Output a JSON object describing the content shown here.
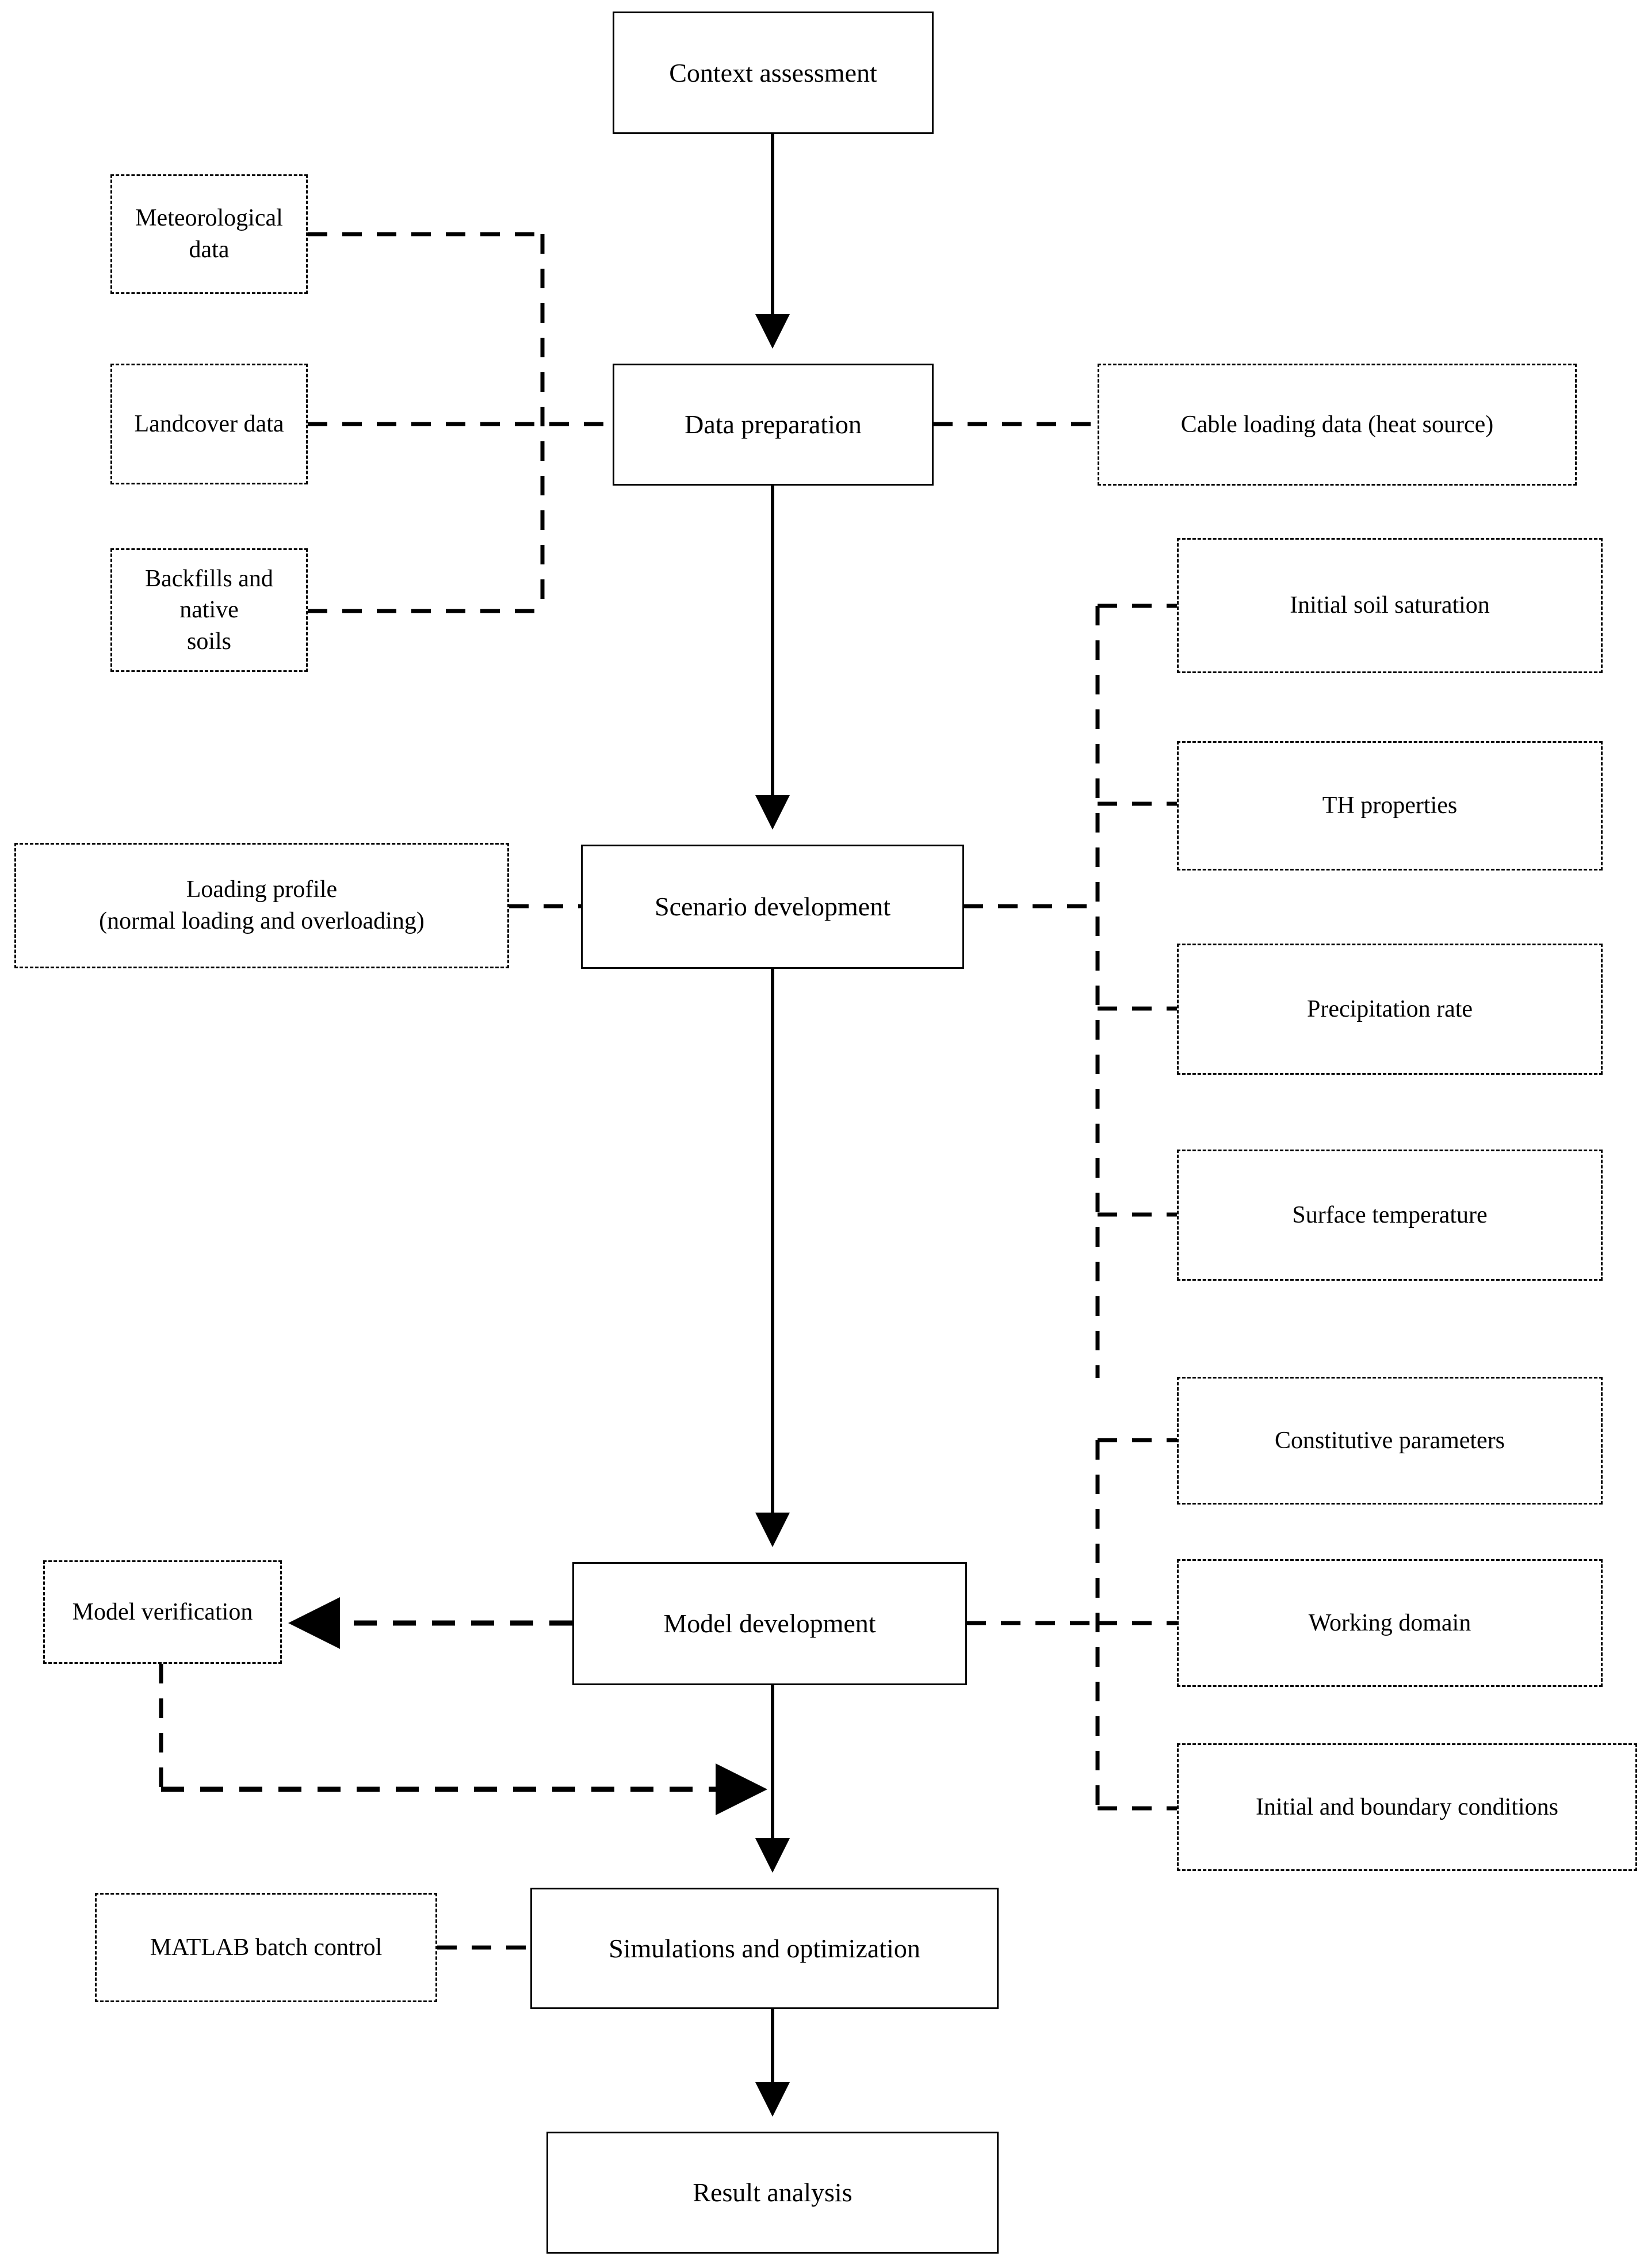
{
  "diagram": {
    "title": "Modelling workflow flowchart",
    "type": "flowchart",
    "stroke_color": "#000000",
    "background_color": "#ffffff",
    "main_boxes": [
      {
        "id": "context-assessment",
        "label": "Context assessment"
      },
      {
        "id": "data-preparation",
        "label": "Data preparation"
      },
      {
        "id": "scenario-development",
        "label": "Scenario development"
      },
      {
        "id": "model-development",
        "label": "Model development"
      },
      {
        "id": "simulations-optimization",
        "label": "Simulations and optimization"
      },
      {
        "id": "result-analysis",
        "label": "Result analysis"
      }
    ],
    "aux_boxes": [
      {
        "id": "meteorological-data",
        "label": "Meteorological data"
      },
      {
        "id": "landcover-data",
        "label": "Landcover data"
      },
      {
        "id": "backfills-native-soils",
        "label": "Backfills and native\nsoils"
      },
      {
        "id": "cable-loading-data",
        "label": "Cable loading data (heat source)"
      },
      {
        "id": "loading-profile",
        "label": "Loading profile\n(normal loading and overloading)"
      },
      {
        "id": "initial-soil-saturation",
        "label": "Initial soil saturation"
      },
      {
        "id": "th-properties",
        "label": "TH properties"
      },
      {
        "id": "precipitation-rate",
        "label": "Precipitation rate"
      },
      {
        "id": "surface-temperature",
        "label": "Surface temperature"
      },
      {
        "id": "constitutive-parameters",
        "label": "Constitutive parameters"
      },
      {
        "id": "working-domain",
        "label": "Working domain"
      },
      {
        "id": "initial-boundary-conditions",
        "label": "Initial and boundary conditions"
      },
      {
        "id": "model-verification",
        "label": "Model verification"
      },
      {
        "id": "matlab-batch-control",
        "label": "MATLAB batch control"
      }
    ],
    "flow_edges": [
      {
        "from": "context-assessment",
        "to": "data-preparation",
        "style": "solid-arrow"
      },
      {
        "from": "data-preparation",
        "to": "scenario-development",
        "style": "solid-arrow"
      },
      {
        "from": "scenario-development",
        "to": "model-development",
        "style": "solid-arrow"
      },
      {
        "from": "model-development",
        "to": "simulations-optimization",
        "style": "solid-arrow"
      },
      {
        "from": "simulations-optimization",
        "to": "result-analysis",
        "style": "solid-arrow"
      },
      {
        "from": "model-development",
        "to": "model-verification",
        "style": "dashed-arrow"
      },
      {
        "from": "model-verification",
        "to": "simulations-optimization",
        "style": "dashed-arrow"
      }
    ],
    "link_edges": [
      {
        "from": "meteorological-data",
        "to": "data-preparation",
        "style": "dashed"
      },
      {
        "from": "landcover-data",
        "to": "data-preparation",
        "style": "dashed"
      },
      {
        "from": "backfills-native-soils",
        "to": "data-preparation",
        "style": "dashed"
      },
      {
        "from": "data-preparation",
        "to": "cable-loading-data",
        "style": "dashed"
      },
      {
        "from": "loading-profile",
        "to": "scenario-development",
        "style": "dashed"
      },
      {
        "from": "scenario-development",
        "to": "initial-soil-saturation",
        "style": "dashed"
      },
      {
        "from": "scenario-development",
        "to": "th-properties",
        "style": "dashed"
      },
      {
        "from": "scenario-development",
        "to": "precipitation-rate",
        "style": "dashed"
      },
      {
        "from": "scenario-development",
        "to": "surface-temperature",
        "style": "dashed"
      },
      {
        "from": "model-development",
        "to": "constitutive-parameters",
        "style": "dashed"
      },
      {
        "from": "model-development",
        "to": "working-domain",
        "style": "dashed"
      },
      {
        "from": "model-development",
        "to": "initial-boundary-conditions",
        "style": "dashed"
      },
      {
        "from": "matlab-batch-control",
        "to": "simulations-optimization",
        "style": "dashed"
      }
    ]
  }
}
